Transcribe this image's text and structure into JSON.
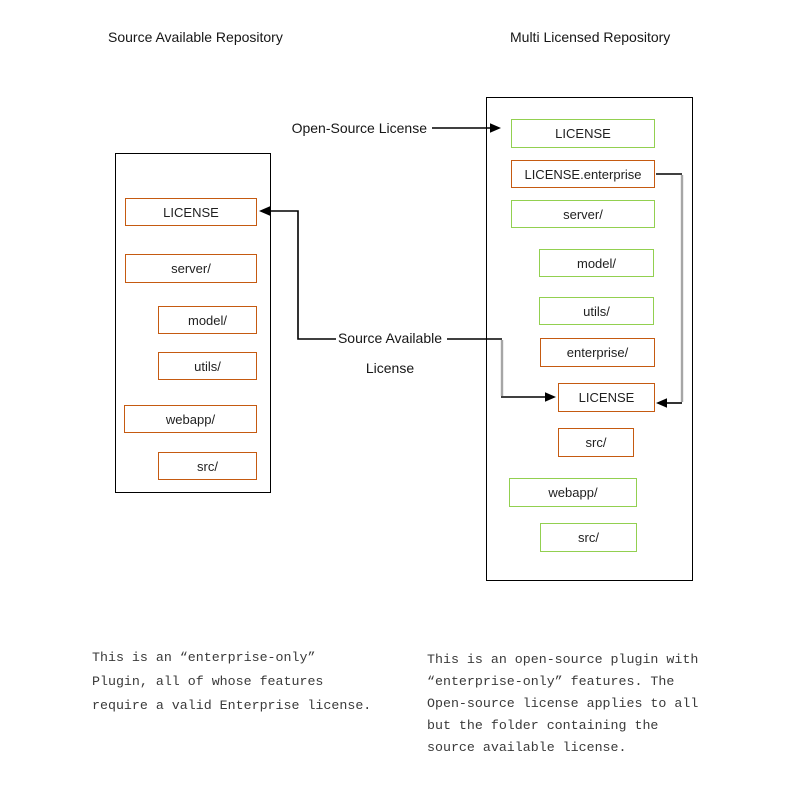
{
  "left_repo": {
    "title": "Source Available Repository",
    "items": [
      {
        "label": "LICENSE",
        "license": "source-available"
      },
      {
        "label": "server/",
        "license": "source-available"
      },
      {
        "label": "model/",
        "license": "source-available"
      },
      {
        "label": "utils/",
        "license": "source-available"
      },
      {
        "label": "webapp/",
        "license": "source-available"
      },
      {
        "label": "src/",
        "license": "source-available"
      }
    ]
  },
  "right_repo": {
    "title": "Multi Licensed Repository",
    "items": [
      {
        "label": "LICENSE",
        "license": "open-source"
      },
      {
        "label": "LICENSE.enterprise",
        "license": "source-available"
      },
      {
        "label": "server/",
        "license": "open-source"
      },
      {
        "label": "model/",
        "license": "open-source"
      },
      {
        "label": "utils/",
        "license": "open-source"
      },
      {
        "label": "enterprise/",
        "license": "source-available"
      },
      {
        "label": "LICENSE",
        "license": "source-available"
      },
      {
        "label": "src/",
        "license": "source-available"
      },
      {
        "label": "webapp/",
        "license": "open-source"
      },
      {
        "label": "src/",
        "license": "open-source"
      }
    ]
  },
  "connectors": {
    "open_source_label": "Open-Source License",
    "source_available_label_line1": "Source Available",
    "source_available_label_line2": "License"
  },
  "captions": {
    "left": [
      "This is an “enterprise-only”",
      "Plugin, all of whose features",
      "require a valid Enterprise license."
    ],
    "right": [
      "This is an open-source plugin with",
      "“enterprise-only” features. The",
      "Open-source license applies to all",
      "but the folder containing the",
      "source available license."
    ]
  },
  "colors": {
    "open_source_green": "#92D050",
    "source_available_orange": "#C55A11",
    "connector_gray": "#A6A6A6",
    "line_black": "#000000"
  }
}
